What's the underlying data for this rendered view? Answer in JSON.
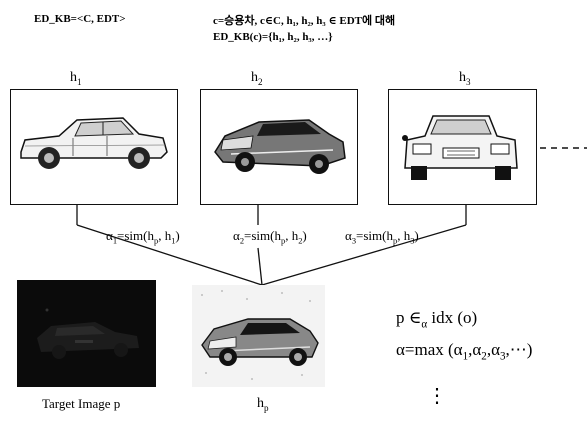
{
  "header": {
    "kb_def": "ED_KB=<C, EDT>",
    "cond_line": "c=승용차, c∈C,  h₁, h₂, h₃ ∈ EDT에 대해",
    "kb_set": "ED_KB(c)={h₁, h₂, h₃, …}"
  },
  "hypotheses": [
    {
      "base": "h",
      "sub": "1",
      "view": "side"
    },
    {
      "base": "h",
      "sub": "2",
      "view": "front-three-quarter"
    },
    {
      "base": "h",
      "sub": "3",
      "view": "rear"
    }
  ],
  "similarities": [
    {
      "alpha": "α",
      "asub": "1",
      "mid": "=sim(h",
      "psub": "p",
      "tail": ", h",
      "hsub": "1",
      "close": ")"
    },
    {
      "alpha": "α",
      "asub": "2",
      "mid": "=sim(h",
      "psub": "p",
      "tail": ", h",
      "hsub": "2",
      "close": ")"
    },
    {
      "alpha": "α",
      "asub": "3",
      "mid": "=sim(h",
      "psub": "p",
      "tail": ", h",
      "hsub": "3",
      "close": ")"
    }
  ],
  "target": {
    "label": "Target Image p",
    "hp_base": "h",
    "hp_sub": "p"
  },
  "formulas": {
    "line1_pre": "p ∈",
    "line1_sub": "α",
    "line1_post": " idx (o)",
    "line2_pre": "α=max (α",
    "line2_s1": "1",
    "line2_c1": ",α",
    "line2_s2": "2",
    "line2_c2": ",α",
    "line2_s3": "3",
    "line2_post": ",⋯)",
    "ellipsis": "⋮"
  }
}
